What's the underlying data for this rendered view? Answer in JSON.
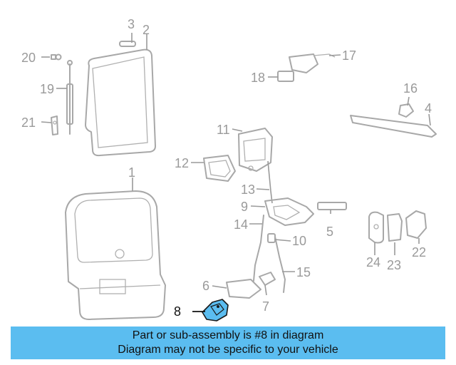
{
  "callouts": [
    {
      "id": "1",
      "label": "1"
    },
    {
      "id": "2",
      "label": "2"
    },
    {
      "id": "3",
      "label": "3"
    },
    {
      "id": "4",
      "label": "4"
    },
    {
      "id": "5",
      "label": "5"
    },
    {
      "id": "6",
      "label": "6"
    },
    {
      "id": "7",
      "label": "7"
    },
    {
      "id": "8",
      "label": "8",
      "highlighted": true
    },
    {
      "id": "9",
      "label": "9"
    },
    {
      "id": "10",
      "label": "10"
    },
    {
      "id": "11",
      "label": "11"
    },
    {
      "id": "12",
      "label": "12"
    },
    {
      "id": "13",
      "label": "13"
    },
    {
      "id": "14",
      "label": "14"
    },
    {
      "id": "15",
      "label": "15"
    },
    {
      "id": "16",
      "label": "16"
    },
    {
      "id": "17",
      "label": "17"
    },
    {
      "id": "18",
      "label": "18"
    },
    {
      "id": "19",
      "label": "19"
    },
    {
      "id": "20",
      "label": "20"
    },
    {
      "id": "21",
      "label": "21"
    },
    {
      "id": "22",
      "label": "22"
    },
    {
      "id": "23",
      "label": "23"
    },
    {
      "id": "24",
      "label": "24"
    }
  ],
  "banner": {
    "line1": "Part or sub-assembly is #8 in diagram",
    "line2": "Diagram may not be specific to your vehicle"
  },
  "colors": {
    "banner_bg": "#5bbdf0",
    "highlight_part": "#5bbdf0",
    "line_art": "#a8a8a8"
  }
}
